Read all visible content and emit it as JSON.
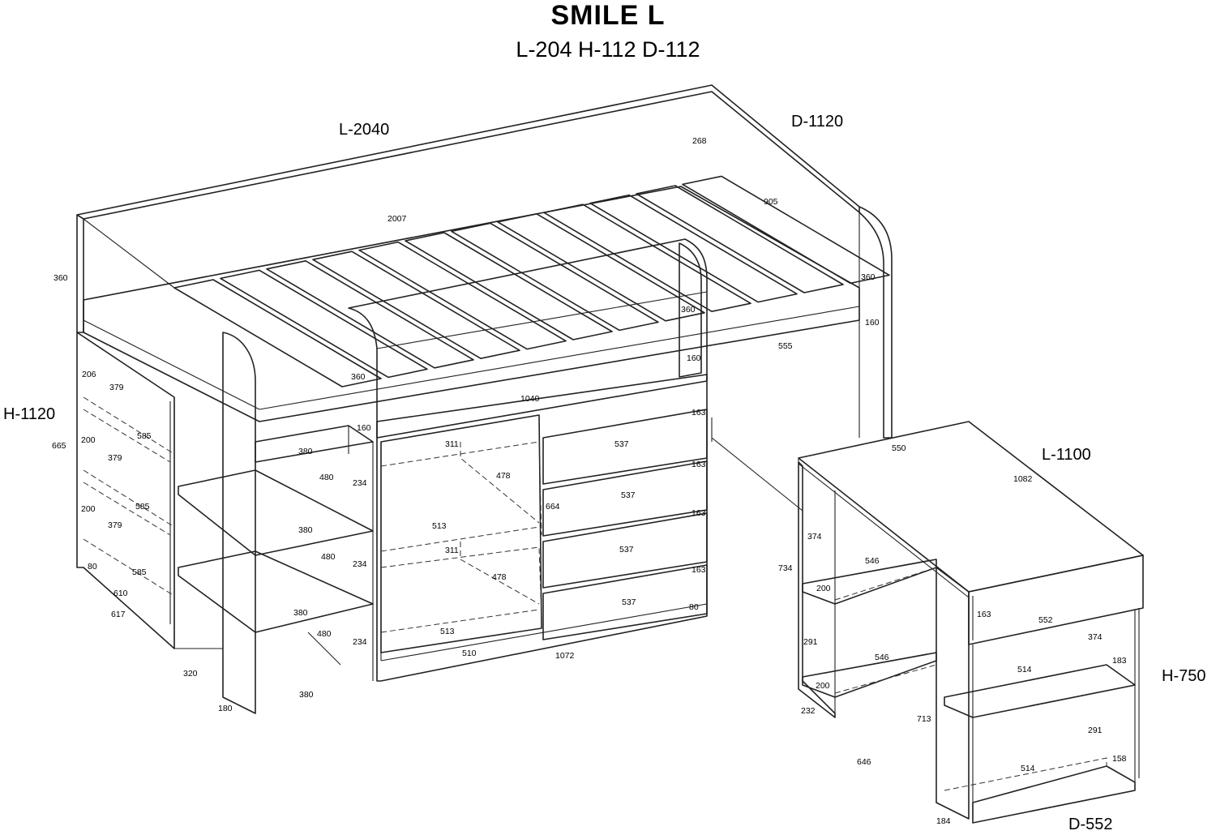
{
  "title": "SMILE L",
  "subtitle": "L-204 H-112 D-112",
  "dims": {
    "bed_length": "L-2040",
    "bed_depth": "D-1120",
    "bed_height": "H-1120",
    "desk_length": "L-1100",
    "desk_height": "H-750",
    "desk_depth": "D-552"
  },
  "small_labels": [
    {
      "id": "d268",
      "text": "268"
    },
    {
      "id": "d905",
      "text": "905"
    },
    {
      "id": "d2007",
      "text": "2007"
    },
    {
      "id": "d360a",
      "text": "360"
    },
    {
      "id": "d360b",
      "text": "360"
    },
    {
      "id": "d360c",
      "text": "360"
    },
    {
      "id": "d360d",
      "text": "360"
    },
    {
      "id": "d160a",
      "text": "160"
    },
    {
      "id": "d160b",
      "text": "160"
    },
    {
      "id": "d160c",
      "text": "160"
    },
    {
      "id": "d555",
      "text": "555"
    },
    {
      "id": "d1040",
      "text": "1040"
    },
    {
      "id": "d163a",
      "text": "163"
    },
    {
      "id": "d163b",
      "text": "163"
    },
    {
      "id": "d163c",
      "text": "163"
    },
    {
      "id": "d163d",
      "text": "163"
    },
    {
      "id": "d537a",
      "text": "537"
    },
    {
      "id": "d537b",
      "text": "537"
    },
    {
      "id": "d537c",
      "text": "537"
    },
    {
      "id": "d537d",
      "text": "537"
    },
    {
      "id": "d80a",
      "text": "80"
    },
    {
      "id": "d1072",
      "text": "1072"
    },
    {
      "id": "d510a",
      "text": "510"
    },
    {
      "id": "d513a",
      "text": "513"
    },
    {
      "id": "d513b",
      "text": "513"
    },
    {
      "id": "d311a",
      "text": "311"
    },
    {
      "id": "d311b",
      "text": "311"
    },
    {
      "id": "d478a",
      "text": "478"
    },
    {
      "id": "d478b",
      "text": "478"
    },
    {
      "id": "d664",
      "text": "664"
    },
    {
      "id": "d206",
      "text": "206"
    },
    {
      "id": "d379a",
      "text": "379"
    },
    {
      "id": "d379b",
      "text": "379"
    },
    {
      "id": "d379c",
      "text": "379"
    },
    {
      "id": "d200a",
      "text": "200"
    },
    {
      "id": "d200b",
      "text": "200"
    },
    {
      "id": "d585a",
      "text": "585"
    },
    {
      "id": "d585b",
      "text": "585"
    },
    {
      "id": "d585c",
      "text": "585"
    },
    {
      "id": "d665",
      "text": "665"
    },
    {
      "id": "d80b",
      "text": "80"
    },
    {
      "id": "d610",
      "text": "610"
    },
    {
      "id": "d617",
      "text": "617"
    },
    {
      "id": "d380a",
      "text": "380"
    },
    {
      "id": "d380b",
      "text": "380"
    },
    {
      "id": "d380c",
      "text": "380"
    },
    {
      "id": "d380d",
      "text": "380"
    },
    {
      "id": "d480a",
      "text": "480"
    },
    {
      "id": "d480b",
      "text": "480"
    },
    {
      "id": "d480c",
      "text": "480"
    },
    {
      "id": "d234a",
      "text": "234"
    },
    {
      "id": "d234b",
      "text": "234"
    },
    {
      "id": "d234c",
      "text": "234"
    },
    {
      "id": "d320",
      "text": "320"
    },
    {
      "id": "d180",
      "text": "180"
    },
    {
      "id": "d550",
      "text": "550"
    },
    {
      "id": "d1082",
      "text": "1082"
    },
    {
      "id": "d374a",
      "text": "374"
    },
    {
      "id": "d374b",
      "text": "374"
    },
    {
      "id": "d734",
      "text": "734"
    },
    {
      "id": "d546a",
      "text": "546"
    },
    {
      "id": "d546b",
      "text": "546"
    },
    {
      "id": "d200c",
      "text": "200"
    },
    {
      "id": "d200d",
      "text": "200"
    },
    {
      "id": "d291a",
      "text": "291"
    },
    {
      "id": "d291b",
      "text": "291"
    },
    {
      "id": "d232",
      "text": "232"
    },
    {
      "id": "d713",
      "text": "713"
    },
    {
      "id": "d646",
      "text": "646"
    },
    {
      "id": "d163e",
      "text": "163"
    },
    {
      "id": "d552",
      "text": "552"
    },
    {
      "id": "d183",
      "text": "183"
    },
    {
      "id": "d514a",
      "text": "514"
    },
    {
      "id": "d514b",
      "text": "514"
    },
    {
      "id": "d158",
      "text": "158"
    },
    {
      "id": "d184",
      "text": "184"
    }
  ]
}
